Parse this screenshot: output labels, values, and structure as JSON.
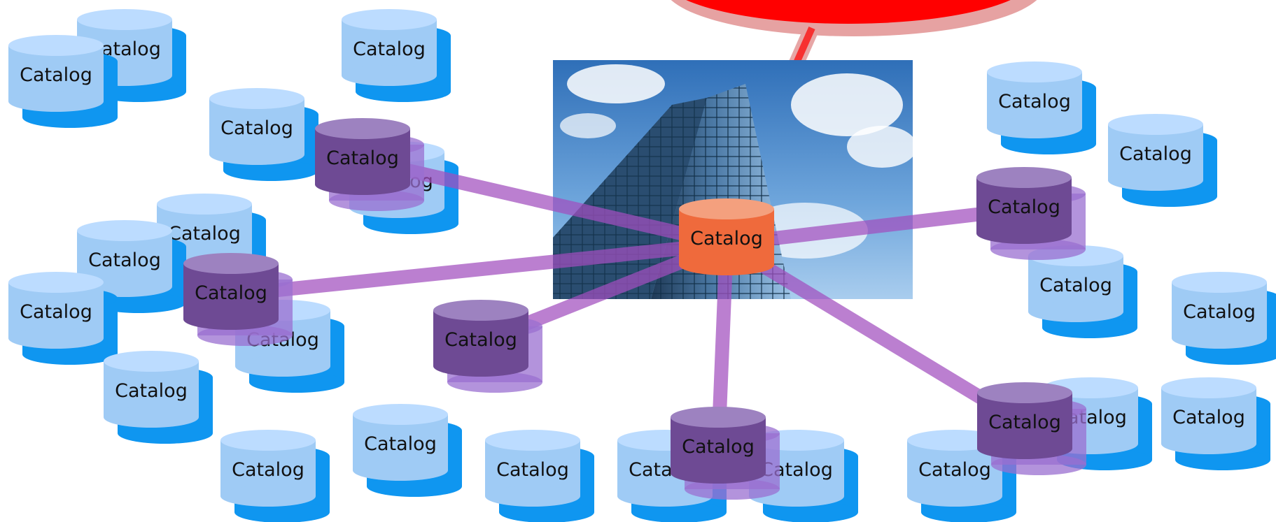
{
  "diagram": {
    "colors": {
      "light_top": "#bcdcff",
      "light_body": "#9fcbf5",
      "light_shadow": "#0f96f0",
      "purple_top": "#9d82c0",
      "purple_body": "#6e4a94",
      "purple_shadow": "#9a6fd0",
      "hub_top": "#f4a07e",
      "hub_body": "#ef6a3c",
      "link_color": "#a24fbf",
      "red_shape": "#ff0000",
      "red_shadow": "#e6a2a2"
    },
    "photo_description_icon": "skyscraper-photo",
    "hub": {
      "id": "hub",
      "label": "Catalog",
      "kind": "hub"
    },
    "connected_nodes": [
      {
        "id": "p1",
        "label": "Catalog"
      },
      {
        "id": "p2",
        "label": "Catalog"
      },
      {
        "id": "p3",
        "label": "Catalog"
      },
      {
        "id": "p4",
        "label": "Catalog"
      },
      {
        "id": "p5",
        "label": "Catalog"
      },
      {
        "id": "p6",
        "label": "Catalog"
      }
    ],
    "links": [
      {
        "from": "hub",
        "to": "p1"
      },
      {
        "from": "hub",
        "to": "p2"
      },
      {
        "from": "hub",
        "to": "p3"
      },
      {
        "from": "hub",
        "to": "p4"
      },
      {
        "from": "hub",
        "to": "p5"
      },
      {
        "from": "hub",
        "to": "p6"
      },
      {
        "from": "hub",
        "to": "red-shape"
      }
    ],
    "other_nodes": [
      {
        "id": "c1",
        "label": "Catalog"
      },
      {
        "id": "c2",
        "label": "Catalog"
      },
      {
        "id": "c3",
        "label": "Catalog"
      },
      {
        "id": "c4",
        "label": "Catalog"
      },
      {
        "id": "c5",
        "label": "Catalog"
      },
      {
        "id": "c6",
        "label": "Catalog"
      },
      {
        "id": "c7",
        "label": "Catalog"
      },
      {
        "id": "c8",
        "label": "Catalog"
      },
      {
        "id": "c9",
        "label": "Catalog"
      },
      {
        "id": "c10",
        "label": "Catalog"
      },
      {
        "id": "c11",
        "label": "Catalog"
      },
      {
        "id": "c12",
        "label": "Catalog"
      },
      {
        "id": "c13",
        "label": "Catalog"
      },
      {
        "id": "c14",
        "label": "Catalog"
      },
      {
        "id": "c15",
        "label": "Catalog"
      },
      {
        "id": "c16",
        "label": "Catalog"
      },
      {
        "id": "c17",
        "label": "Catalog"
      },
      {
        "id": "c18",
        "label": "Catalog"
      },
      {
        "id": "c19",
        "label": "Catalog"
      },
      {
        "id": "c20",
        "label": "Catalog"
      },
      {
        "id": "c21",
        "label": "Catalog"
      },
      {
        "id": "c22",
        "label": "Catalog"
      },
      {
        "id": "c23",
        "label": "Catalog"
      },
      {
        "id": "c24",
        "label": "Catalog"
      },
      {
        "id": "c25",
        "label": "Catalog"
      }
    ]
  }
}
